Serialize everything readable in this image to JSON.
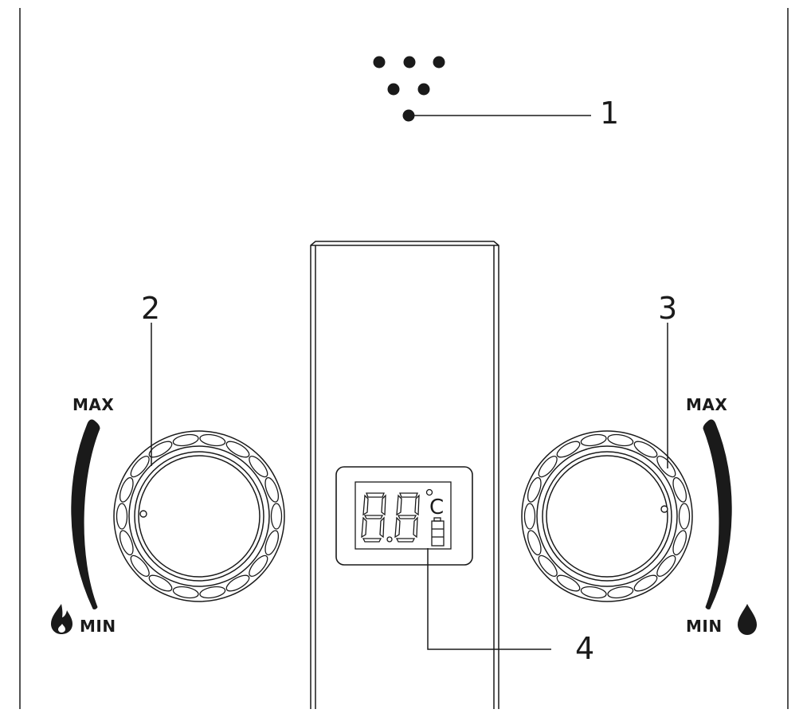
{
  "callouts": {
    "c1": "1",
    "c2": "2",
    "c3": "3",
    "c4": "4"
  },
  "left_knob": {
    "max_label": "MAX",
    "min_label": "MIN",
    "min_icon": "flame-icon"
  },
  "right_knob": {
    "max_label": "MAX",
    "min_label": "MIN",
    "min_icon": "water-drop-icon"
  },
  "display": {
    "unit": "C",
    "indicator_icon": "battery-icon"
  },
  "colors": {
    "line": "#1a1a1a",
    "background": "#ffffff"
  }
}
